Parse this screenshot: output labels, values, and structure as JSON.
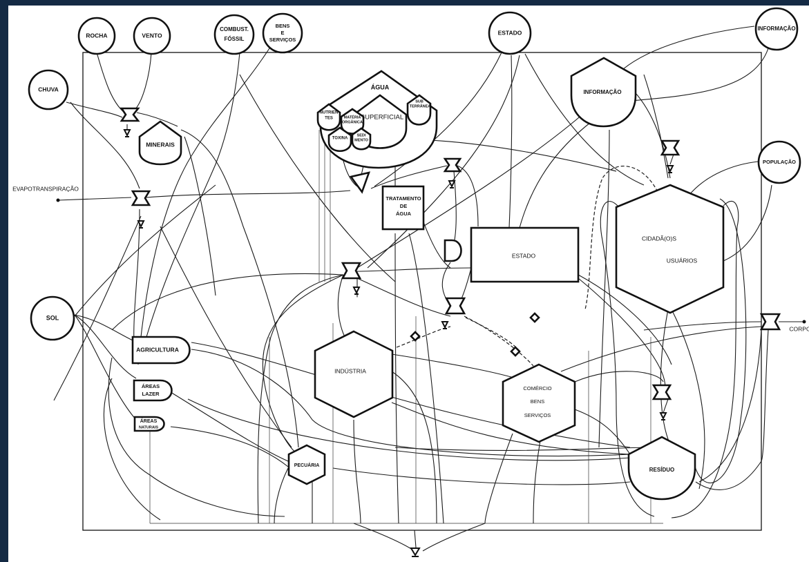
{
  "sources": {
    "rocha": "ROCHA",
    "vento": "VENTO",
    "combustivel": [
      "COMBUST.",
      "FÓSSIL"
    ],
    "bens_servicos": [
      "BENS",
      "E",
      "SERVIÇOS"
    ],
    "estado": "ESTADO",
    "informacao": "INFORMAÇÃO",
    "chuva": "CHUVA",
    "populacao": "POPULAÇÃO",
    "sol": "SOL"
  },
  "flows": {
    "evapotranspiracao": "EVAPOTRANSPIRAÇÃO",
    "corpo": "CORPO"
  },
  "storages": {
    "minerais": "MINERAIS",
    "agua": "ÁGUA",
    "superficial": "SUPERFICIAL",
    "subterranea": [
      "SUB",
      "TERRÂNEA"
    ],
    "nutrientes": [
      "NUTRIEN",
      "TES"
    ],
    "materia_organica": [
      "MATÉRIA",
      "ORGÂNICA"
    ],
    "toxina": "TOXINA",
    "sedimento": [
      "SEDI",
      "MENTO"
    ],
    "informacao": "INFORMAÇÃO",
    "residuo": "RESÍDUO"
  },
  "consumers": {
    "tratamento_agua": [
      "TRATAMENTO",
      "DE",
      "ÁGUA"
    ],
    "estado": "ESTADO",
    "cidadaos": "CIDADÃ(O)S",
    "usuarios": "USUÁRIOS",
    "industria": "INDÚSTRIA",
    "comercio": [
      "COMÉRCIO",
      "BENS",
      "SERVIÇOS"
    ],
    "pecuaria": "PECUÁRIA"
  },
  "producers": {
    "agricultura": "AGRICULTURA",
    "areas_lazer": [
      "ÁREAS",
      "LAZER"
    ],
    "areas_naturais": [
      "ÁREAS",
      "NATURAIS"
    ]
  },
  "colors": {
    "frame": "#142a44",
    "ink": "#111111",
    "paper": "#ffffff"
  }
}
